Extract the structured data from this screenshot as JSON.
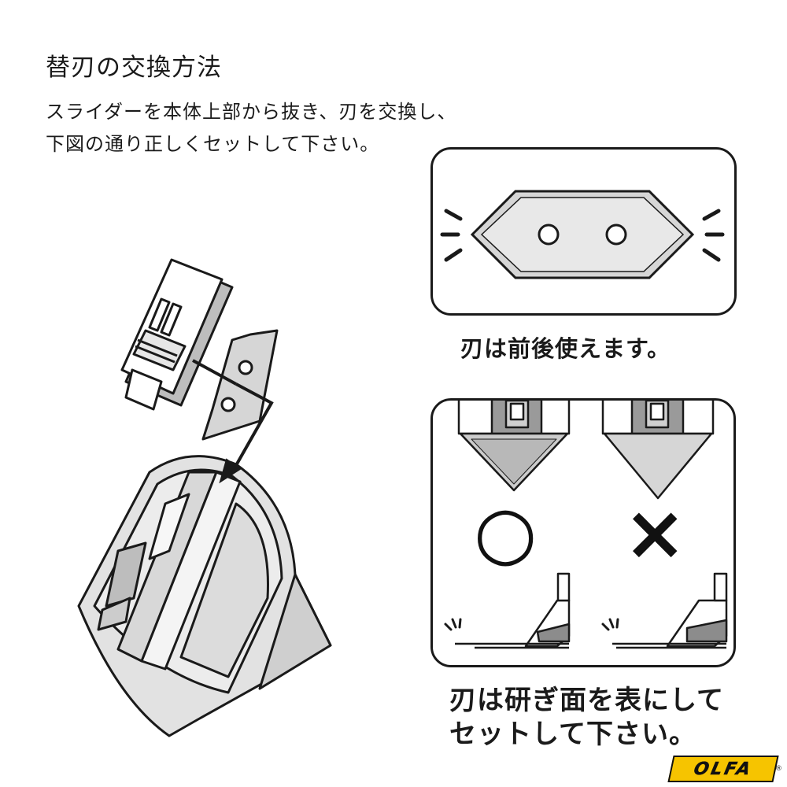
{
  "title": "替刃の交換方法",
  "instructions": {
    "line1": "スライダーを本体上部から抜き、刃を交換し、",
    "line2": "下図の通り正しくセットして下さい。"
  },
  "panels": {
    "reversible_caption": "刃は前後使えます。",
    "correct_symbol": "○",
    "wrong_symbol": "×",
    "ground_side_caption_line1": "刃は研ぎ面を表にして",
    "ground_side_caption_line2": "セットして下さい。"
  },
  "brand": {
    "logo_text": "OLFA",
    "registered": "®",
    "logo_color": "#f6c400"
  }
}
